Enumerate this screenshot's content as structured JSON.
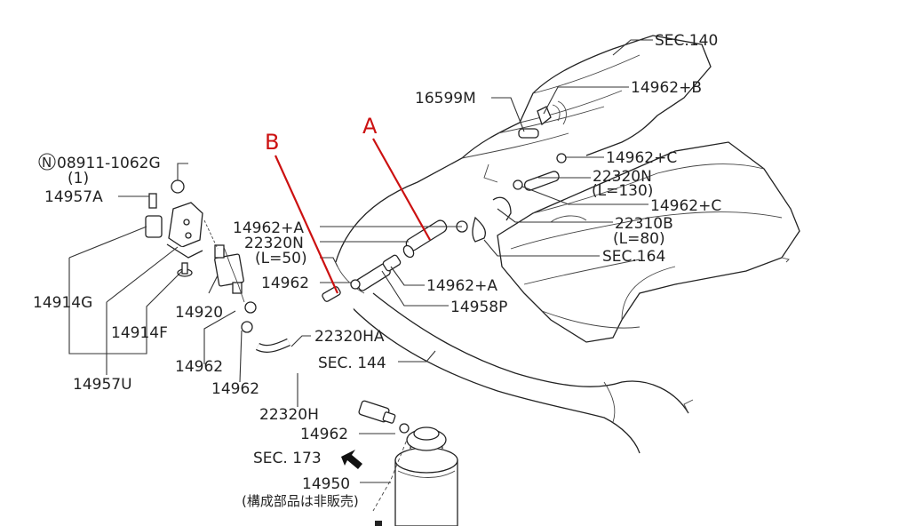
{
  "callouts": {
    "a": "A",
    "b": "B"
  },
  "colors": {
    "callout": "#cc1111",
    "ink": "#222222"
  },
  "labels": {
    "sec140": "SEC.140",
    "p14962b": "14962+B",
    "p16599m": "16599M",
    "p14962c_1": "14962+C",
    "p22320n_1": "22320N",
    "l130": "(L=130)",
    "p14962c_2": "14962+C",
    "p22310b": "22310B",
    "l80": "(L=80)",
    "sec164": "SEC.164",
    "p14962a_1": "14962+A",
    "p22320n_2": "22320N",
    "l50": "(L=50)",
    "p14962_top": "14962",
    "p14962a_2": "14962+A",
    "p14958p": "14958P",
    "p22320ha": "22320HA",
    "sec144": "SEC. 144",
    "p08911": "08911-1062G",
    "n_symbol": "N",
    "qty1": "(1)",
    "p14957a": "14957A",
    "p14914g": "14914G",
    "p14920": "14920",
    "p14914f": "14914F",
    "p14962_l1": "14962",
    "p14962_l2": "14962",
    "p14957u": "14957U",
    "p22320h": "22320H",
    "p14962_can": "14962",
    "sec173": "SEC. 173",
    "p14950": "14950",
    "note_jp": "(構成部品は非販売)"
  }
}
